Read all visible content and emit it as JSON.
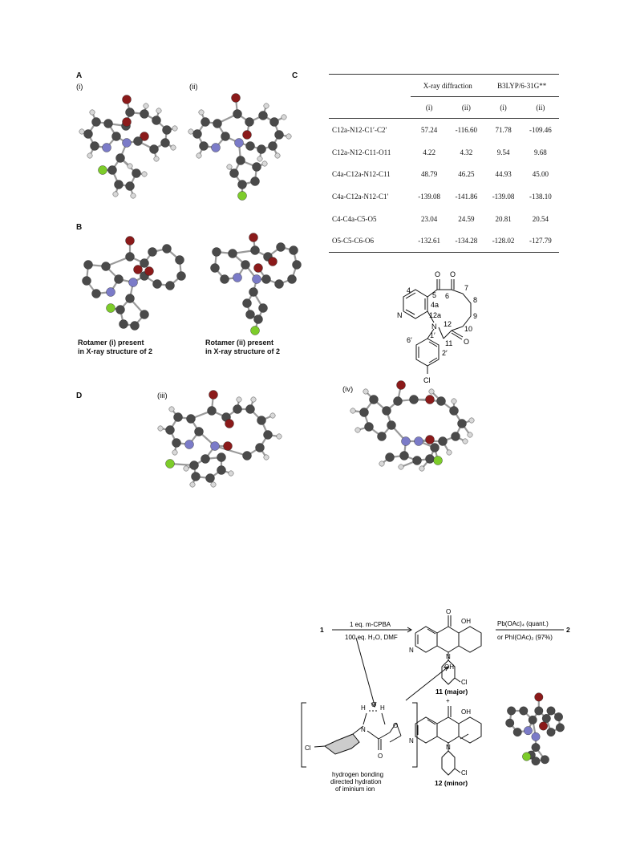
{
  "panel_labels": {
    "a": "A",
    "b": "B",
    "c": "C",
    "d": "D"
  },
  "sublabels": {
    "i": "(i)",
    "ii": "(ii)",
    "iii": "(iii)",
    "iv": "(iv)"
  },
  "captions": {
    "rot_i_line1": "Rotamer (i) present",
    "rot_i_line2": "in X-ray structure of 2",
    "rot_ii_line1": "Rotamer (ii) present",
    "rot_ii_line2": "in X-ray structure of 2"
  },
  "table": {
    "group_headers": [
      "X-ray diffraction",
      "B3LYP/6-31G**"
    ],
    "sub_headers": [
      "(i)",
      "(ii)",
      "(i)",
      "(ii)"
    ],
    "rows": [
      {
        "label": "C12a-N12-C1′-C2′",
        "values": [
          "57.24",
          "-116.60",
          "71.78",
          "-109.46"
        ]
      },
      {
        "label": "C12a-N12-C11-O11",
        "values": [
          "4.22",
          "4.32",
          "9.54",
          "9.68"
        ]
      },
      {
        "label": "C4a-C12a-N12-C11",
        "values": [
          "48.79",
          "46.25",
          "44.93",
          "45.00"
        ]
      },
      {
        "label": "C4a-C12a-N12-C1′",
        "values": [
          "-139.08",
          "-141.86",
          "-139.08",
          "-138.10"
        ]
      },
      {
        "label": "C4-C4a-C5-O5",
        "values": [
          "23.04",
          "24.59",
          "20.81",
          "20.54"
        ]
      },
      {
        "label": "O5-C5-C6-O6",
        "values": [
          "-132.61",
          "-134.28",
          "-128.02",
          "-127.79"
        ]
      }
    ]
  },
  "structure_labels": {
    "o1": "O",
    "o2": "O",
    "n_ring": "N",
    "n_amide": "N",
    "o3": "O",
    "cl": "Cl",
    "n4": "4",
    "n5": "5",
    "n6": "6",
    "n7": "7",
    "n8": "8",
    "n9": "9",
    "n10": "10",
    "n11": "11",
    "n12": "12",
    "n4a": "4a",
    "n12a": "12a",
    "n1p": "1′",
    "n2p": "2′",
    "n6p": "6′"
  },
  "scheme": {
    "reagent_top": "1 eq. m-CPBA",
    "reagent_bottom": "100 eq. H₂O, DMF",
    "start_compound": "1",
    "ox_top": "Pb(OAc)₄ (quant.)",
    "ox_bottom": "or PhI(OAc)₂ (97%)",
    "product": "2",
    "major": "11 (major)",
    "plus": "+",
    "minor": "12 (minor)",
    "oh": "OH",
    "o": "O",
    "n": "N",
    "cl": "Cl",
    "ts_note_1": "hydrogen bonding",
    "ts_note_2": "directed hydration",
    "ts_note_3": "of iminium ion",
    "ts_h": "H",
    "ts_o": "O",
    "ts_n": "N",
    "ts_cl": "Cl"
  },
  "colors": {
    "carbon": "#4a4a4a",
    "oxygen": "#8b1a1a",
    "nitrogen": "#7b7bc8",
    "chlorine": "#7dcc2a",
    "hydrogen": "#d8d8d8"
  }
}
